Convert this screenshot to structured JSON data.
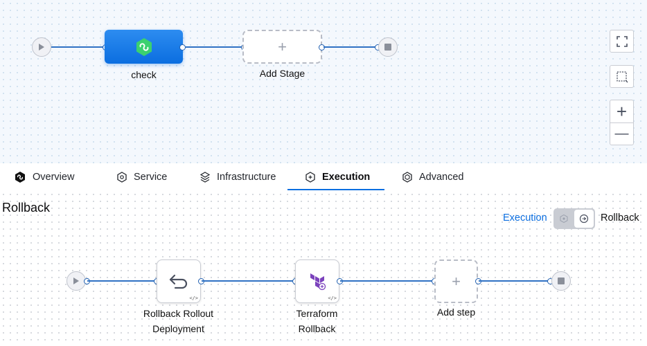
{
  "pipeline": {
    "stage_name": "check",
    "add_stage_label": "Add Stage",
    "add_symbol": "+",
    "icons": {
      "start": "play-icon",
      "end": "stop-icon",
      "stage": "green-ci-stage-icon"
    }
  },
  "canvas_controls": {
    "fit": "fullscreen-icon",
    "select": "selection-box-icon",
    "zoom_in": "+",
    "zoom_out": "—"
  },
  "tabs": [
    {
      "label": "Overview",
      "icon": "overview-icon",
      "active": false
    },
    {
      "label": "Service",
      "icon": "service-icon",
      "active": false
    },
    {
      "label": "Infrastructure",
      "icon": "infrastructure-icon",
      "active": false
    },
    {
      "label": "Execution",
      "icon": "execution-icon",
      "active": true
    },
    {
      "label": "Advanced",
      "icon": "advanced-icon",
      "active": false
    }
  ],
  "execution": {
    "section_title": "Rollback",
    "toggle": {
      "left_label": "Execution",
      "right_label": "Rollback",
      "state": "Rollback"
    },
    "steps": [
      {
        "line1": "Rollback Rollout",
        "line2": "Deployment",
        "icon": "rollback-arrow-icon"
      },
      {
        "line1": "Terraform",
        "line2": "Rollback",
        "icon": "terraform-icon"
      }
    ],
    "add_step_label": "Add step",
    "code_symbol": "</>"
  },
  "colors": {
    "accent": "#0b6ee0",
    "connector": "#2f71c3",
    "stage_green": "#3bd16f",
    "terraform_purple": "#7b42bc"
  }
}
